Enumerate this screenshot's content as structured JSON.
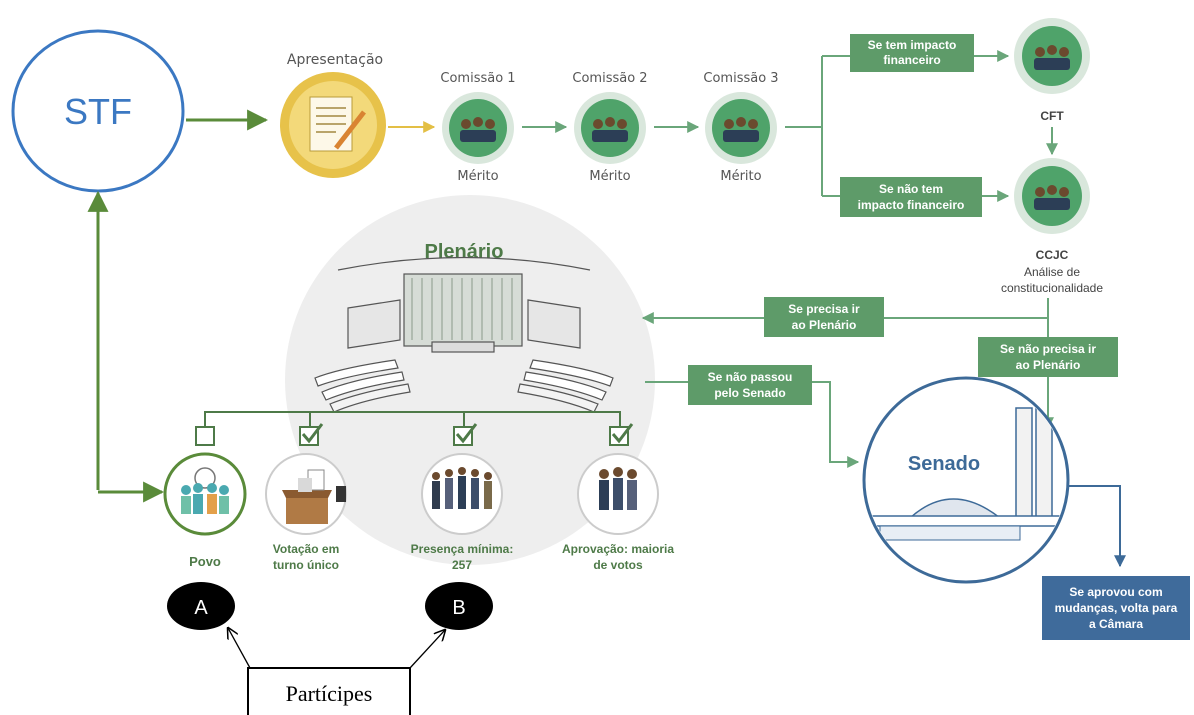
{
  "stf": {
    "label": "STF"
  },
  "flow": {
    "apresentacao": "Apresentação",
    "comissoes": [
      {
        "title": "Comissão 1",
        "subtitle": "Mérito"
      },
      {
        "title": "Comissão 2",
        "subtitle": "Mérito"
      },
      {
        "title": "Comissão 3",
        "subtitle": "Mérito"
      }
    ],
    "impacto_sim": [
      "Se tem impacto",
      "financeiro"
    ],
    "impacto_nao": [
      "Se não tem",
      "impacto financeiro"
    ],
    "cft": "CFT",
    "ccjc": "CCJC",
    "ccjc_desc": [
      "Análise de",
      "constitucionalidade"
    ],
    "precisa_plenario": [
      "Se precisa ir",
      "ao Plenário"
    ],
    "nao_precisa_plenario": [
      "Se não precisa ir",
      "ao Plenário"
    ],
    "nao_passou_senado": [
      "Se não passou",
      "pelo Senado"
    ],
    "plenario": "Plenário",
    "senado": "Senado",
    "aprovou_mudancas": [
      "Se aprovou com",
      "mudanças, volta para",
      "a Câmara"
    ]
  },
  "plenario_items": {
    "povo": [
      "Povo"
    ],
    "votacao": [
      "Votação em",
      "turno único"
    ],
    "presenca": [
      "Presença mínima:",
      "257"
    ],
    "aprovacao": [
      "Aprovação: maioria",
      "de votos"
    ]
  },
  "badges": {
    "a": "A",
    "b": "B"
  },
  "participes": "Partícipes",
  "colors": {
    "green_dark": "#4e7a48",
    "green_box": "#5e9b69",
    "stf_blue": "#3b78c2",
    "senado_blue": "#3d6a98",
    "arrow_green": "#5a8b3a"
  }
}
